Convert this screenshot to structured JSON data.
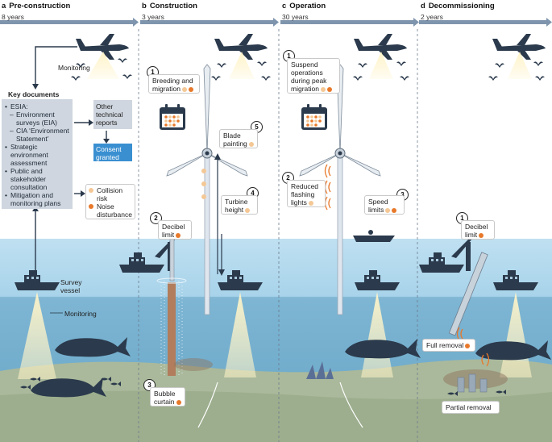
{
  "phases": [
    {
      "letter": "a",
      "title": "Pre-construction",
      "duration": "8 years"
    },
    {
      "letter": "b",
      "title": "Construction",
      "duration": "3 years"
    },
    {
      "letter": "c",
      "title": "Operation",
      "duration": "30 years"
    },
    {
      "letter": "d",
      "title": "Decommissioning",
      "duration": "2 years"
    }
  ],
  "pre": {
    "monitoring_air": "Monitoring",
    "key_documents_title": "Key documents",
    "doc_items": [
      "ESIA:",
      "Environment surveys (EIA)",
      "CIA ‘Environment Statement’",
      "Strategic environment assessment",
      "Public and stakeholder consultation",
      "Mitigation and monitoring plans"
    ],
    "other_reports": "Other technical reports",
    "consent": "Consent granted",
    "legend_collision": "Collision risk",
    "legend_noise": "Noise disturbance",
    "survey_vessel": "Survey vessel",
    "monitoring_sea": "Monitoring"
  },
  "construction": {
    "breeding": {
      "num": "1",
      "text": "Breeding and migration"
    },
    "blade": {
      "num": "5",
      "text": "Blade painting"
    },
    "turbine": {
      "num": "4",
      "text": "Turbine height"
    },
    "decibel": {
      "num": "2",
      "text": "Decibel limit"
    },
    "bubble": {
      "num": "3",
      "text": "Bubble curtain"
    }
  },
  "operation": {
    "suspend": {
      "num": "1",
      "text": "Suspend operations during peak migration"
    },
    "flashing": {
      "num": "2",
      "text": "Reduced flashing lights"
    },
    "speed": {
      "num": "3",
      "text": "Speed limits"
    }
  },
  "decommissioning": {
    "decibel": {
      "num": "1",
      "text": "Decibel limit"
    },
    "full_removal": "Full removal",
    "partial_removal": "Partial removal"
  },
  "colors": {
    "sea_top": "#b9dcef",
    "sea_mid": "#86bddb",
    "seabed": "#b7c3a8",
    "ink": "#2b3a4c",
    "light_dot": "#f4c896",
    "dark_dot": "#e8792b",
    "consent": "#3a8fd1",
    "doc_box": "#cfd6df"
  }
}
